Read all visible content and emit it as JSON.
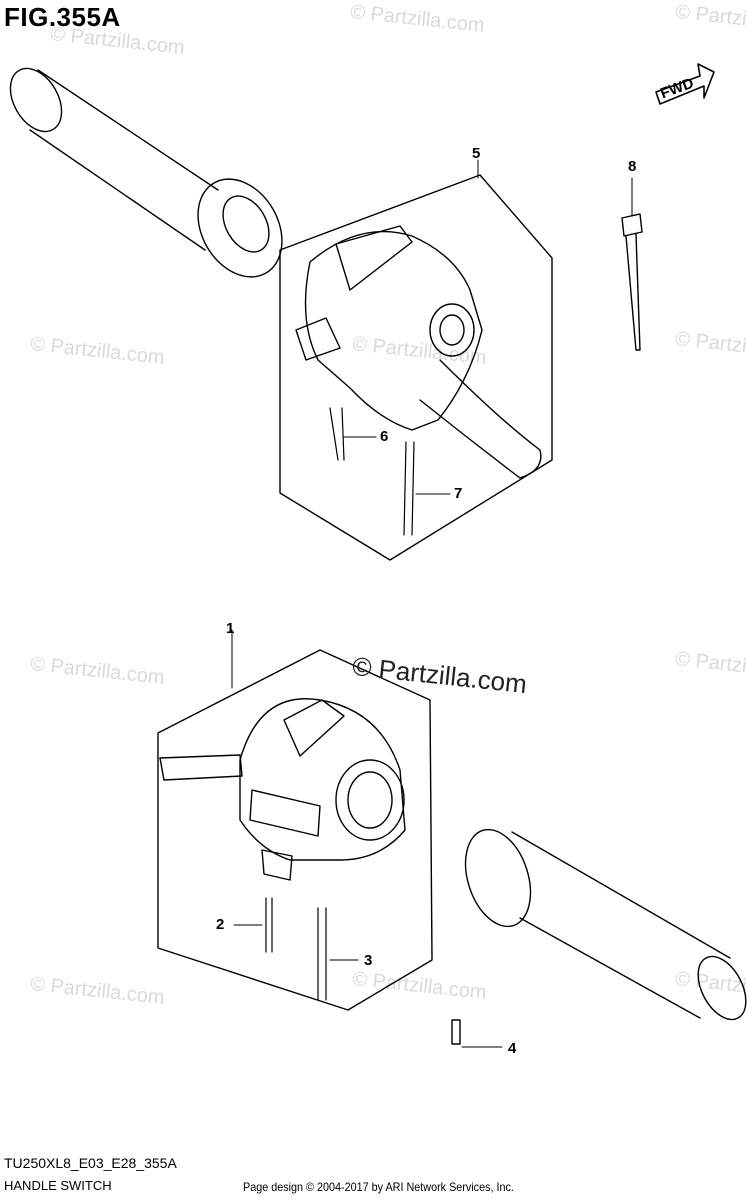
{
  "figure": {
    "title": "FIG.355A",
    "diagram_code": "TU250XL8_E03_E28_355A",
    "caption": "HANDLE SWITCH",
    "credit": "Page design © 2004-2017 by ARI Network Services, Inc.",
    "direction_badge": "FWD"
  },
  "watermark": {
    "text": "© Partzilla.com",
    "main_text": "© Partzilla.com"
  },
  "callouts": [
    "1",
    "2",
    "3",
    "4",
    "5",
    "6",
    "7",
    "8"
  ],
  "icons": [
    "fwd-arrow-icon"
  ]
}
